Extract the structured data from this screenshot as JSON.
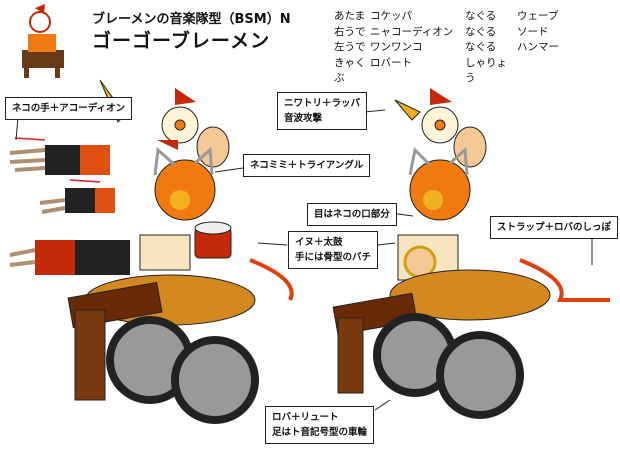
{
  "header": {
    "subtitle": "ブレーメンの音楽隊型（BSM）N",
    "title": "ゴーゴーブレーメン"
  },
  "moves": [
    [
      "あたま",
      "コケッパ",
      "なぐる",
      "ウェーブ"
    ],
    [
      "右うで",
      "ニャコーディオン",
      "なぐる",
      "ソード"
    ],
    [
      "左うで",
      "ワンワンコ",
      "なぐる",
      "ハンマー"
    ],
    [
      "きゃくぶ",
      "ロバート",
      "しゃりょう",
      ""
    ]
  ],
  "callouts": {
    "cat_hand": "ネコの手＋アコーディオン",
    "rooster_1": "ニワトリ＋ラッパ",
    "rooster_2": "音波攻撃",
    "cat_ears": "ネコミミ＋トライアングル",
    "eyes": "目はネコの口部分",
    "dog_1": "イヌ＋太鼓",
    "dog_2": "手には骨型のバチ",
    "strap": "ストラップ＋ロバのしっぽ",
    "donkey_1": "ロバ＋リュート",
    "donkey_2": "足はト音記号型の車輪"
  },
  "colors": {
    "orange": "#f07a10",
    "red": "#c42a0a",
    "brown": "#6a2a08",
    "black": "#222222",
    "gold": "#f0b020"
  }
}
